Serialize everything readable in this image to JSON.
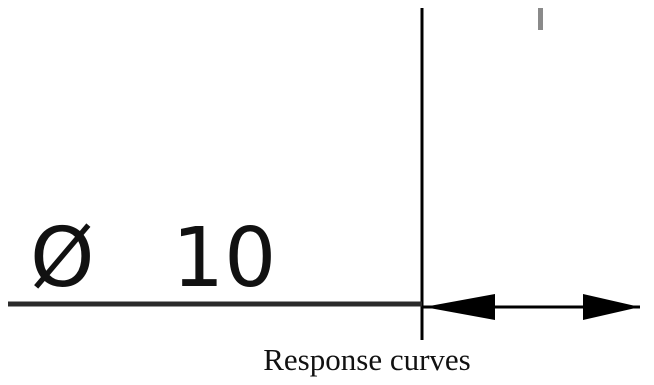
{
  "drawing": {
    "diameter_symbol": "Ø",
    "dimension_value": "10"
  },
  "caption": "Response curves",
  "colors": {
    "line": "#000000",
    "dimension_line": "#2b2b2b",
    "marker": "#8a8a8a",
    "background": "#ffffff"
  }
}
